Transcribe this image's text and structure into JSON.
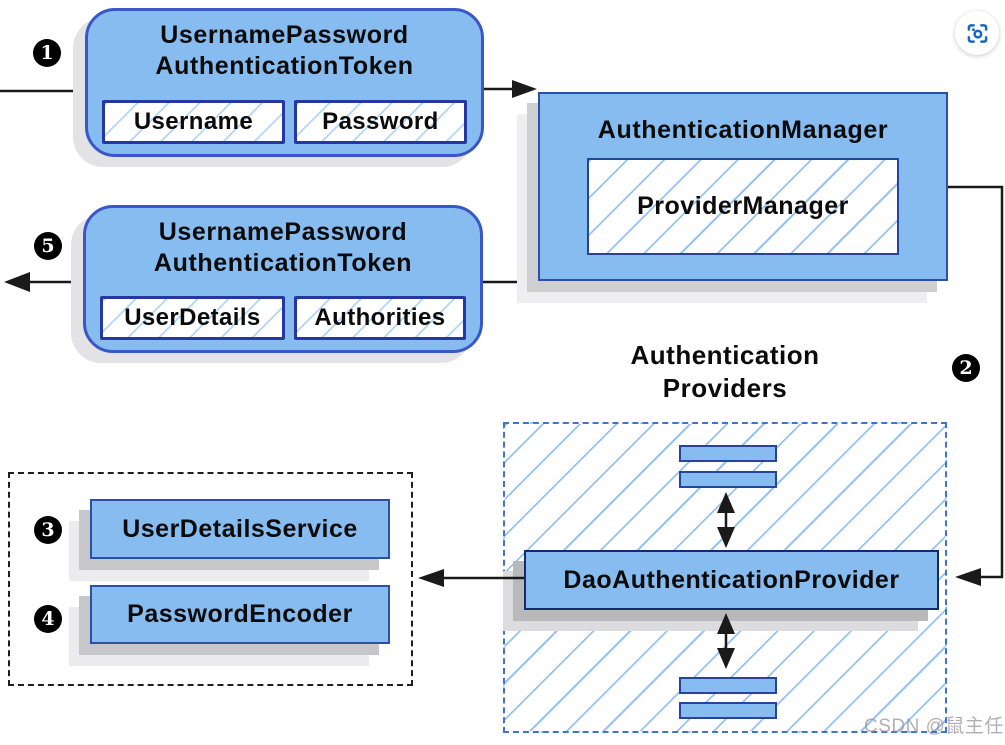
{
  "nodes": {
    "request_token": {
      "badge": "1",
      "title_lines": [
        "UsernamePassword",
        "AuthenticationToken"
      ],
      "fields": [
        "Username",
        "Password"
      ]
    },
    "response_token": {
      "badge": "5",
      "title_lines": [
        "UsernamePassword",
        "AuthenticationToken"
      ],
      "fields": [
        "UserDetails",
        "Authorities"
      ]
    },
    "authentication_manager": {
      "title": "AuthenticationManager",
      "inner": "ProviderManager"
    },
    "authentication_providers": {
      "badge": "2",
      "label_lines": [
        "Authentication",
        "Providers"
      ],
      "provider": "DaoAuthenticationProvider"
    },
    "dao_dependencies": {
      "items": [
        {
          "badge": "3",
          "label": "UserDetailsService"
        },
        {
          "badge": "4",
          "label": "PasswordEncoder"
        }
      ]
    }
  },
  "overlay": {
    "watermark": "CSDN @鼠主任",
    "capture_icon": "screen-capture-icon"
  },
  "colors": {
    "node_fill": "#87BCF0",
    "node_border": "#3A57C9",
    "inner_field_border": "#26379F",
    "hatch_line": "#7DB4EE",
    "providers_dashed_border": "#3F74C9",
    "services_dashed_border": "#1F1F1F",
    "arrow": "#1A1A1A",
    "badge_bg": "#000000",
    "badge_text": "#FFFFFF",
    "capture_icon_blue": "#1766C8",
    "watermark_gray": "#94949B"
  }
}
